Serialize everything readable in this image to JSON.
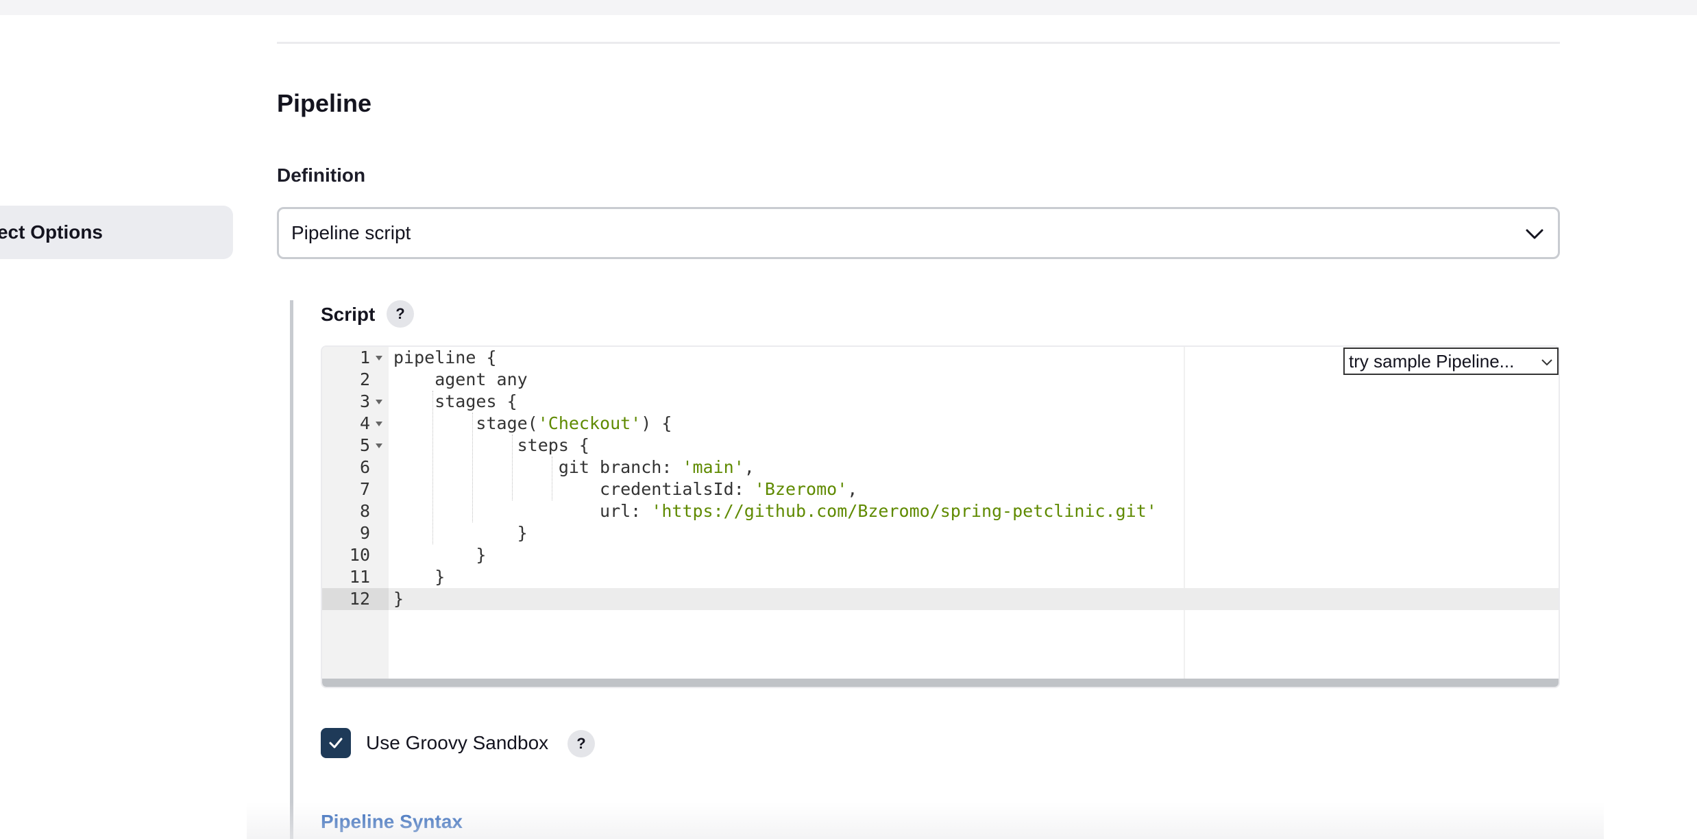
{
  "sidebar": {
    "active_item": "ect Options"
  },
  "section": {
    "title": "Pipeline"
  },
  "definition": {
    "label": "Definition",
    "selected": "Pipeline script"
  },
  "script": {
    "label": "Script",
    "help": "?",
    "sample_select": "try sample Pipeline...",
    "lines": [
      {
        "n": "1",
        "fold": true,
        "segments": [
          {
            "t": "pipeline {"
          }
        ]
      },
      {
        "n": "2",
        "fold": false,
        "segments": [
          {
            "t": "    agent any"
          }
        ]
      },
      {
        "n": "3",
        "fold": true,
        "segments": [
          {
            "t": "    stages {"
          }
        ]
      },
      {
        "n": "4",
        "fold": true,
        "segments": [
          {
            "t": "        stage("
          },
          {
            "t": "'Checkout'",
            "s": 1
          },
          {
            "t": ") {"
          }
        ]
      },
      {
        "n": "5",
        "fold": true,
        "segments": [
          {
            "t": "            steps {"
          }
        ]
      },
      {
        "n": "6",
        "fold": false,
        "segments": [
          {
            "t": "                git branch: "
          },
          {
            "t": "'main'",
            "s": 1
          },
          {
            "t": ","
          }
        ]
      },
      {
        "n": "7",
        "fold": false,
        "segments": [
          {
            "t": "                    credentialsId: "
          },
          {
            "t": "'Bzeromo'",
            "s": 1
          },
          {
            "t": ","
          }
        ]
      },
      {
        "n": "8",
        "fold": false,
        "segments": [
          {
            "t": "                    url: "
          },
          {
            "t": "'https://github.com/Bzeromo/spring-petclinic.git'",
            "s": 1
          }
        ]
      },
      {
        "n": "9",
        "fold": false,
        "segments": [
          {
            "t": "            }"
          }
        ]
      },
      {
        "n": "10",
        "fold": false,
        "segments": [
          {
            "t": "        }"
          }
        ]
      },
      {
        "n": "11",
        "fold": false,
        "segments": [
          {
            "t": "    }"
          }
        ]
      },
      {
        "n": "12",
        "fold": false,
        "segments": [
          {
            "t": "}"
          }
        ]
      }
    ]
  },
  "sandbox": {
    "label": "Use Groovy Sandbox",
    "checked": true,
    "help": "?"
  },
  "links": {
    "pipeline_syntax": "Pipeline Syntax"
  },
  "colors": {
    "checkbox": "#1e3a58",
    "link": "#2b63b8",
    "string": "#5f8a00"
  }
}
